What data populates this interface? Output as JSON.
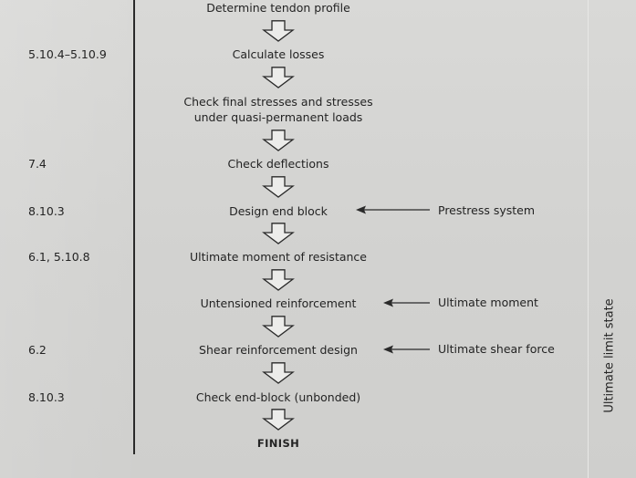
{
  "steps": [
    {
      "label": "Determine tendon profile",
      "clause": ""
    },
    {
      "label": "Calculate losses",
      "clause": "5.10.4–5.10.9"
    },
    {
      "label": "Check final stresses and stresses\nunder quasi-permanent loads",
      "clause": ""
    },
    {
      "label": "Check deflections",
      "clause": "7.4"
    },
    {
      "label": "Design end block",
      "clause": "8.10.3"
    },
    {
      "label": "Ultimate moment of resistance",
      "clause": "6.1, 5.10.8"
    },
    {
      "label": "Untensioned reinforcement",
      "clause": ""
    },
    {
      "label": "Shear reinforcement design",
      "clause": "6.2"
    },
    {
      "label": "Check end-block (unbonded)",
      "clause": "8.10.3"
    },
    {
      "label": "FINISH",
      "clause": ""
    }
  ],
  "side_inputs": [
    {
      "label": "Prestress system",
      "target_step": 4
    },
    {
      "label": "Ultimate moment",
      "target_step": 6
    },
    {
      "label": "Ultimate shear force",
      "target_step": 7
    }
  ],
  "region_label": "Ultimate limit state",
  "colors": {
    "background": "#d5d5d3",
    "ink": "#232323",
    "arrow_fill": "#ececea"
  }
}
